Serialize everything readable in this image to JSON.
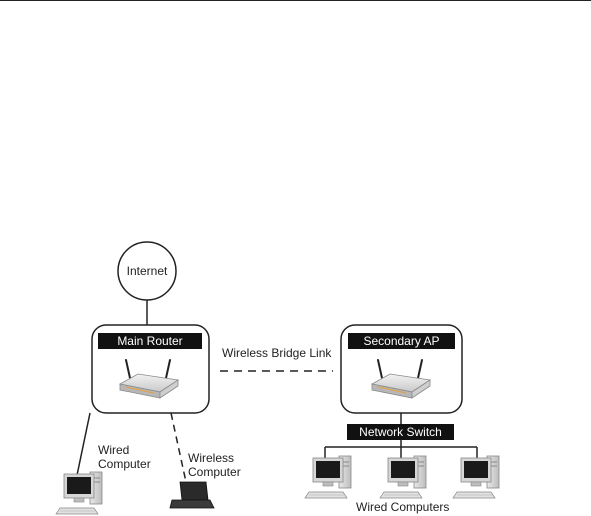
{
  "nodes": {
    "internet": "Internet",
    "main_router": "Main Router",
    "secondary_ap": "Secondary AP",
    "network_switch": "Network Switch"
  },
  "links": {
    "bridge": "Wireless Bridge Link"
  },
  "devices": {
    "wired_computer": "Wired\nComputer",
    "wireless_computer": "Wireless\nComputer",
    "wired_computers": "Wired Computers"
  },
  "icons": [
    "router-icon",
    "access-point-icon",
    "desktop-computer-icon",
    "laptop-icon"
  ]
}
